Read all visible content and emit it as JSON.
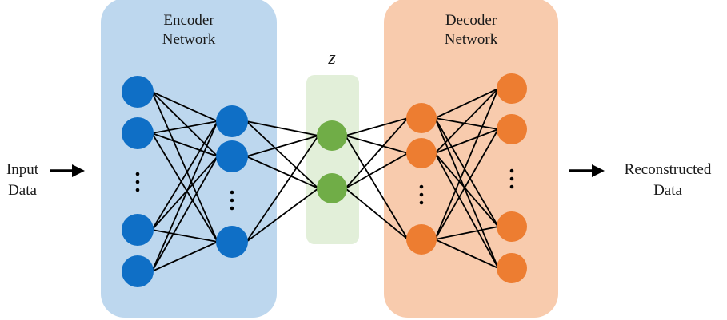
{
  "encoder": {
    "title_line1": "Encoder",
    "title_line2": "Network",
    "color_bg": "#bdd7ee",
    "color_node": "#0f6fc6"
  },
  "latent": {
    "label": "z",
    "color_bg": "#e2efd9",
    "color_node": "#70ad47"
  },
  "decoder": {
    "title_line1": "Decoder",
    "title_line2": "Network",
    "color_bg": "#f8cbad",
    "color_node": "#ed7d31"
  },
  "input": {
    "line1": "Input",
    "line2": "Data"
  },
  "output": {
    "line1": "Reconstructed",
    "line2": "Data"
  },
  "edge_color": "#000000"
}
